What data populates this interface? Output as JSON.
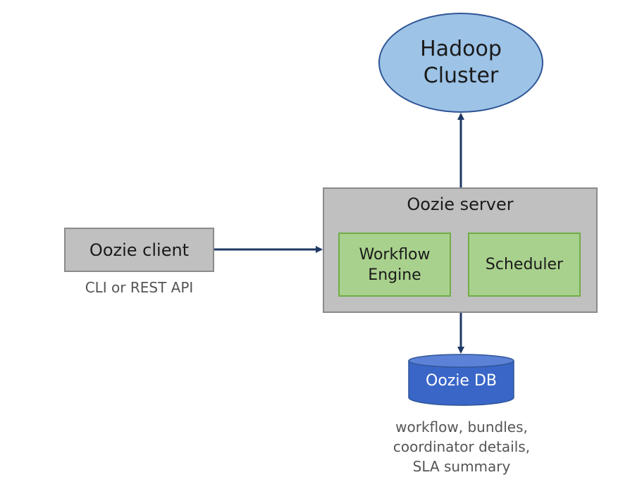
{
  "nodes": {
    "hadoop": {
      "line1": "Hadoop",
      "line2": "Cluster"
    },
    "client": {
      "label": "Oozie client",
      "caption": "CLI or REST API"
    },
    "server": {
      "label": "Oozie server",
      "workflow_line1": "Workflow",
      "workflow_line2": "Engine",
      "scheduler": "Scheduler"
    },
    "db": {
      "label": "Oozie DB",
      "caption_line1": "workflow, bundles,",
      "caption_line2": "coordinator details,",
      "caption_line3": "SLA summary"
    }
  },
  "edges": [
    {
      "from": "client",
      "to": "server"
    },
    {
      "from": "server",
      "to": "hadoop"
    },
    {
      "from": "server",
      "to": "db"
    }
  ],
  "colors": {
    "hadoop_fill": "#9dc3e6",
    "hadoop_border": "#2f5597",
    "box_fill": "#c0c0c0",
    "inner_fill": "#a9d18e",
    "inner_border": "#70ad47",
    "db_fill": "#3a66c8",
    "arrow": "#1f3864"
  }
}
